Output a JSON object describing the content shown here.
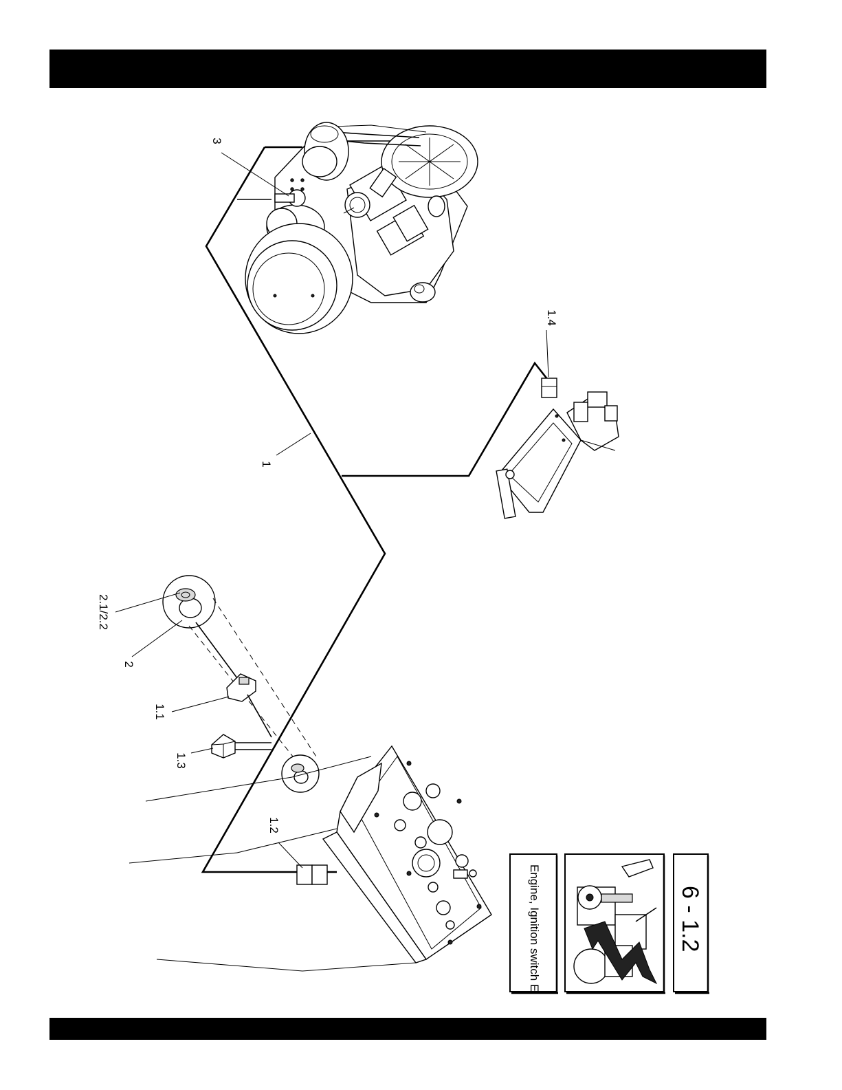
{
  "callouts": {
    "c3": "3",
    "c1_4": "1.4",
    "c1": "1",
    "c2_1_2_2": "2.1/2.2",
    "c2": "2",
    "c1_1": "1.1",
    "c1_3": "1.3",
    "c1_2": "1.2"
  },
  "title_block": {
    "title": "Engine, Ignition switch E",
    "number": "6 - 1.2"
  },
  "colors": {
    "bars": "#000000"
  }
}
